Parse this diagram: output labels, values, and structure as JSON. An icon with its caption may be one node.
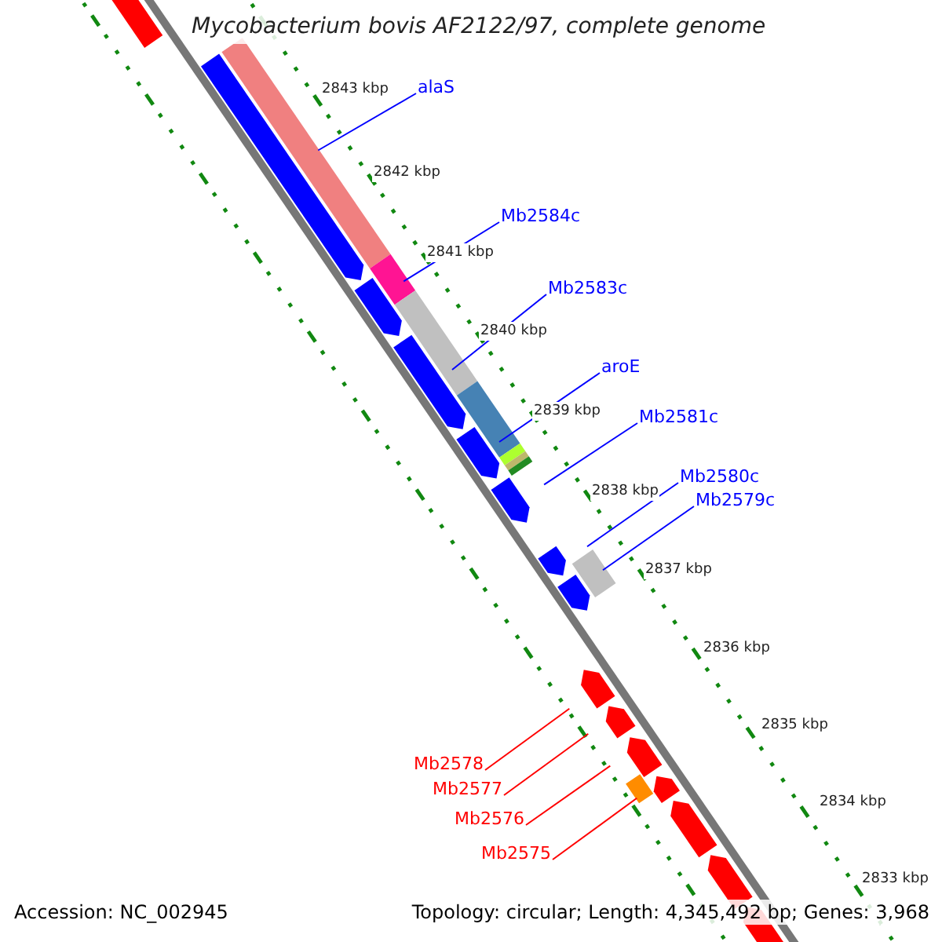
{
  "diagram": {
    "title": "Mycobacterium bovis AF2122/97, complete genome",
    "nodes": [
      {
        "text": [
          "alaS"
        ]
      },
      {
        "text": [
          "Mb2584c"
        ]
      },
      {
        "text": [
          "Mb2583c"
        ]
      },
      {
        "text": [
          "aroE"
        ]
      },
      {
        "text": [
          "Mb2581c"
        ]
      },
      {
        "text": [
          "Mb2580c"
        ]
      },
      {
        "text": [
          "Mb2579c"
        ]
      },
      {
        "text": [
          "Mb2578"
        ]
      },
      {
        "text": [
          "Mb2577"
        ]
      },
      {
        "text": [
          "Mb2576"
        ]
      },
      {
        "text": [
          "Mb2575"
        ]
      }
    ],
    "edges": [
      {
        "from": 0,
        "to": null,
        "arrow": "none"
      },
      {
        "from": 1,
        "to": null,
        "arrow": "none"
      },
      {
        "from": 2,
        "to": null,
        "arrow": "none"
      },
      {
        "from": 3,
        "to": null,
        "arrow": "none"
      },
      {
        "from": 4,
        "to": null,
        "arrow": "none"
      },
      {
        "from": 5,
        "to": null,
        "arrow": "none"
      },
      {
        "from": 6,
        "to": null,
        "arrow": "none"
      },
      {
        "from": 7,
        "to": null,
        "arrow": "none",
        "color": "#ff0000"
      },
      {
        "from": 8,
        "to": null,
        "arrow": "none",
        "color": "#ff0000"
      },
      {
        "from": 9,
        "to": null,
        "arrow": "none",
        "color": "#ff0000"
      },
      {
        "from": 10,
        "to": null,
        "arrow": "none",
        "color": "#ff0000"
      }
    ],
    "labels": [
      "2843 kbp",
      "2842 kbp",
      "2841 kbp",
      "2840 kbp",
      "2839 kbp",
      "2838 kbp",
      "2837 kbp",
      "2836 kbp",
      "2835 kbp",
      "2834 kbp",
      "2833 kbp",
      "Accession: NC_002945",
      "Topology: circular; Length: 4,345,492 bp; Genes: 3,968"
    ]
  }
}
